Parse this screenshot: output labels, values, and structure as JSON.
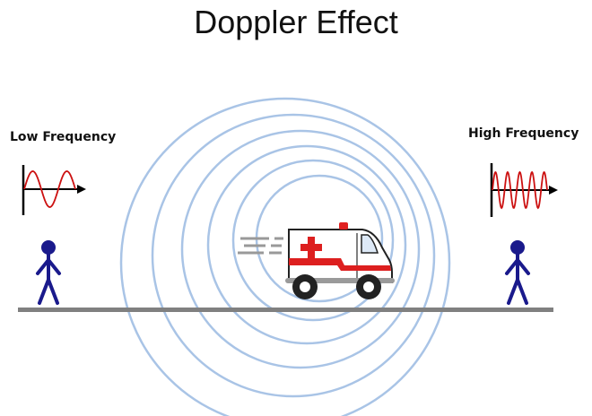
{
  "title": "Doppler Effect",
  "low_label": "Low Frequency",
  "high_label": "High Frequency",
  "colors": {
    "wave": "#cc1111",
    "person": "#1a1a8c",
    "ring": "#a9c4e6",
    "ground": "#808080",
    "cross": "#dd1f1f"
  },
  "icons": [
    "ambulance-icon",
    "person-icon",
    "sine-wave-icon"
  ]
}
